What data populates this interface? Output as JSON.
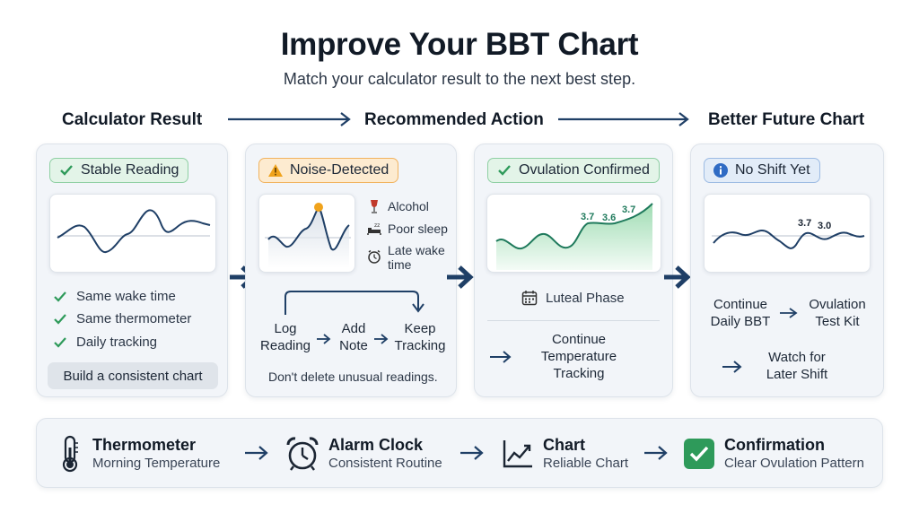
{
  "header": {
    "title": "Improve Your BBT Chart",
    "subtitle": "Match your calculator result to the next best step."
  },
  "columns": {
    "calculator_result": "Calculator Result",
    "recommended_action": "Recommended Action",
    "better_future_chart": "Better Future Chart"
  },
  "card_stable": {
    "badge": "Stable Reading",
    "checks": [
      "Same wake time",
      "Same thermometer",
      "Daily tracking"
    ],
    "pill": "Build a consistent chart"
  },
  "card_noise": {
    "badge": "Noise-Detected",
    "factors": [
      "Alcohol",
      "Poor sleep",
      "Late wake",
      "time"
    ],
    "steps": {
      "log_1": "Log",
      "log_2": "Reading",
      "add_1": "Add",
      "add_2": "Note",
      "keep_1": "Keep",
      "keep_2": "Tracking"
    },
    "note": "Don't delete unusual readings."
  },
  "card_ovulation": {
    "badge": "Ovulation Confirmed",
    "chart_labels": [
      "3.7",
      "3.6",
      "3.7"
    ],
    "phase": "Luteal Phase",
    "action_1": "Continue",
    "action_2": "Temperature",
    "action_3": "Tracking"
  },
  "card_noshift": {
    "badge": "No Shift Yet",
    "chart_labels": [
      "3.7",
      "3.0"
    ],
    "continue_1": "Continue",
    "continue_2": "Daily BBT",
    "kit_1": "Ovulation",
    "kit_2": "Test Kit",
    "watch_1": "Watch for",
    "watch_2": "Later Shift"
  },
  "bottom": {
    "items": [
      {
        "title": "Thermometer",
        "subtitle": "Morning Temperature",
        "icon": "thermometer-icon"
      },
      {
        "title": "Alarm Clock",
        "subtitle": "Consistent Routine",
        "icon": "alarm-clock-icon"
      },
      {
        "title": "Chart",
        "subtitle": "Reliable Chart",
        "icon": "chart-icon"
      },
      {
        "title": "Confirmation",
        "subtitle": "Clear Ovulation Pattern",
        "icon": "check-square-icon"
      }
    ]
  },
  "colors": {
    "navy": "#1f3f66",
    "green": "#2e9a5a",
    "orange": "#f1b35f",
    "blue": "#2f6bc4",
    "teal_line": "#1f7a5c"
  }
}
